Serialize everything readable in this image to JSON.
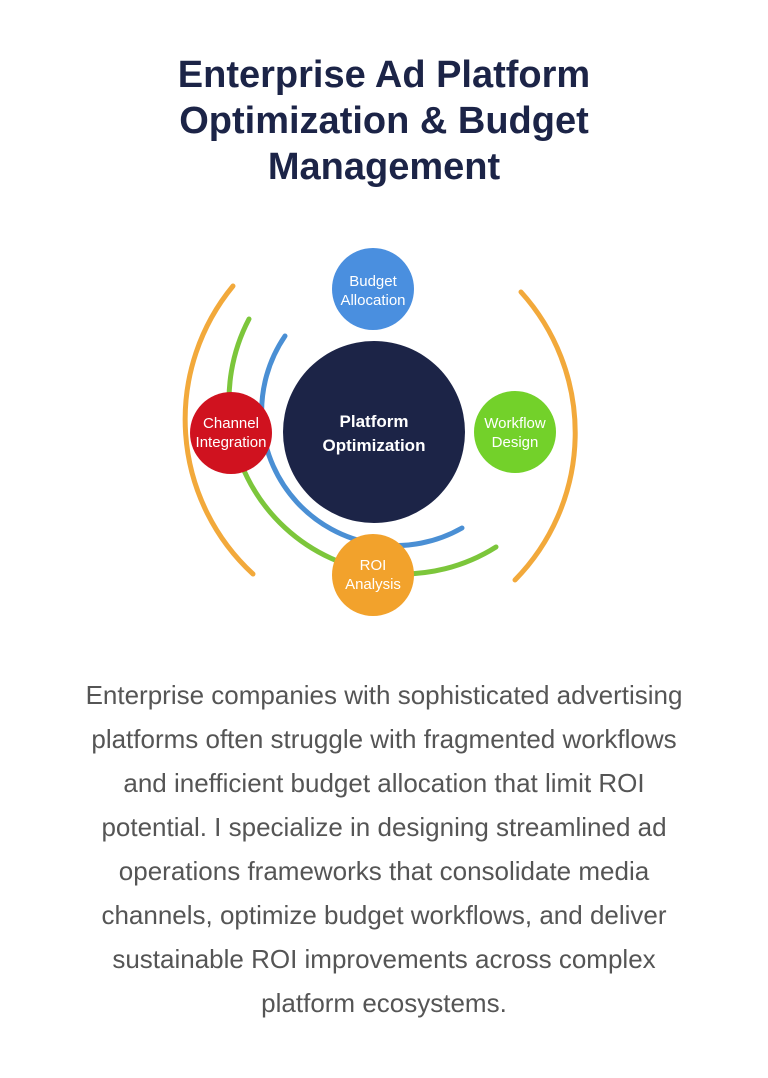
{
  "title": {
    "lines": [
      "Enterprise Ad Platform",
      "Optimization & Budget",
      "Management"
    ]
  },
  "diagram": {
    "center": {
      "line1": "Platform",
      "line2": "Optimization",
      "color": "#1c2447"
    },
    "nodes": {
      "budget": {
        "line1": "Budget",
        "line2": "Allocation",
        "color": "#4a8fdf"
      },
      "channel": {
        "line1": "Channel",
        "line2": "Integration",
        "color": "#d0121f"
      },
      "workflow": {
        "line1": "Workflow",
        "line2": "Design",
        "color": "#73d12a"
      },
      "roi": {
        "line1": "ROI",
        "line2": "Analysis",
        "color": "#f2a22c"
      }
    },
    "arc_colors": {
      "outer": "#f2a93b",
      "middle": "#7cc63b",
      "inner": "#4a8fd4"
    }
  },
  "description": {
    "lines": [
      "Enterprise companies with sophisticated advertising",
      "platforms often struggle with fragmented workflows",
      "and inefficient budget allocation that limit ROI",
      "potential. I specialize in designing streamlined ad",
      "operations frameworks that consolidate media",
      "channels, optimize budget workflows, and deliver",
      "sustainable ROI improvements across complex",
      "platform ecosystems."
    ]
  }
}
